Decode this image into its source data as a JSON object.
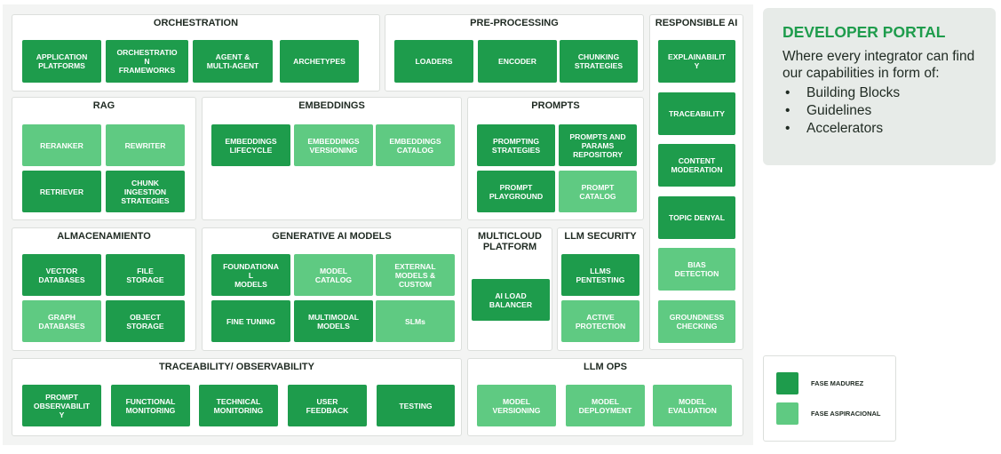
{
  "colors": {
    "mature": "#1e9c4c",
    "aspirational": "#5fca82"
  },
  "groups": {
    "orchestration": {
      "title": "ORCHESTRATION",
      "boxes": [
        {
          "label": "APPLICATION\nPLATFORMS",
          "phase": "mature"
        },
        {
          "label": "ORCHESTRATIO\nN\nFRAMEWORKS",
          "phase": "mature"
        },
        {
          "label": "AGENT &\nMULTI-AGENT",
          "phase": "mature"
        },
        {
          "label": "ARCHETYPES",
          "phase": "mature"
        }
      ]
    },
    "preprocessing": {
      "title": "PRE-PROCESSING",
      "boxes": [
        {
          "label": "LOADERS",
          "phase": "mature"
        },
        {
          "label": "ENCODER",
          "phase": "mature"
        },
        {
          "label": "CHUNKING\nSTRATEGIES",
          "phase": "mature"
        }
      ]
    },
    "responsible": {
      "title": "RESPONSIBLE AI",
      "boxes": [
        {
          "label": "EXPLAINABILIT\nY",
          "phase": "mature"
        },
        {
          "label": "TRACEABILITY",
          "phase": "mature"
        },
        {
          "label": "CONTENT\nMODERATION",
          "phase": "mature"
        },
        {
          "label": "TOPIC DENYAL",
          "phase": "mature"
        },
        {
          "label": "BIAS\nDETECTION",
          "phase": "aspirational"
        },
        {
          "label": "GROUNDNESS\nCHECKING",
          "phase": "aspirational"
        }
      ]
    },
    "rag": {
      "title": "RAG",
      "boxes": [
        {
          "label": "RERANKER",
          "phase": "aspirational"
        },
        {
          "label": "REWRITER",
          "phase": "aspirational"
        },
        {
          "label": "RETRIEVER",
          "phase": "mature"
        },
        {
          "label": "CHUNK\nINGESTION\nSTRATEGIES",
          "phase": "mature"
        }
      ]
    },
    "embeddings": {
      "title": "EMBEDDINGS",
      "boxes": [
        {
          "label": "EMBEDDINGS\nLIFECYCLE",
          "phase": "mature"
        },
        {
          "label": "EMBEDDINGS\nVERSIONING",
          "phase": "aspirational"
        },
        {
          "label": "EMBEDDINGS\nCATALOG",
          "phase": "aspirational"
        }
      ]
    },
    "prompts": {
      "title": "PROMPTS",
      "boxes": [
        {
          "label": "PROMPTING\nSTRATEGIES",
          "phase": "mature"
        },
        {
          "label": "PROMPTS AND\nPARAMS\nREPOSITORY",
          "phase": "mature"
        },
        {
          "label": "PROMPT\nPLAYGROUND",
          "phase": "mature"
        },
        {
          "label": "PROMPT\nCATALOG",
          "phase": "aspirational"
        }
      ]
    },
    "storage": {
      "title": "ALMACENAMIENTO",
      "boxes": [
        {
          "label": "VECTOR\nDATABASES",
          "phase": "mature"
        },
        {
          "label": "FILE\nSTORAGE",
          "phase": "mature"
        },
        {
          "label": "GRAPH\nDATABASES",
          "phase": "aspirational"
        },
        {
          "label": "OBJECT\nSTORAGE",
          "phase": "mature"
        }
      ]
    },
    "genai": {
      "title": "GENERATIVE AI MODELS",
      "boxes": [
        {
          "label": "FOUNDATIONA\nL\nMODELS",
          "phase": "mature"
        },
        {
          "label": "MODEL\nCATALOG",
          "phase": "aspirational"
        },
        {
          "label": "EXTERNAL\nMODELS &\nCUSTOM",
          "phase": "aspirational"
        },
        {
          "label": "FINE TUNING",
          "phase": "mature"
        },
        {
          "label": "MULTIMODAL\nMODELS",
          "phase": "mature"
        },
        {
          "label": "SLMs",
          "phase": "aspirational"
        }
      ]
    },
    "multicloud": {
      "title": "MULTICLOUD\nPLATFORM",
      "boxes": [
        {
          "label": "AI LOAD\nBALANCER",
          "phase": "mature"
        }
      ]
    },
    "security": {
      "title": "LLM SECURITY",
      "boxes": [
        {
          "label": "LLMS\nPENTESTING",
          "phase": "mature"
        },
        {
          "label": "ACTIVE\nPROTECTION",
          "phase": "aspirational"
        }
      ]
    },
    "observability": {
      "title": "TRACEABILITY/ OBSERVABILITY",
      "boxes": [
        {
          "label": "PROMPT\nOBSERVABILIT\nY",
          "phase": "mature"
        },
        {
          "label": "FUNCTIONAL\nMONITORING",
          "phase": "mature"
        },
        {
          "label": "TECHNICAL\nMONITORING",
          "phase": "mature"
        },
        {
          "label": "USER\nFEEDBACK",
          "phase": "mature"
        },
        {
          "label": "TESTING",
          "phase": "mature"
        }
      ]
    },
    "llmops": {
      "title": "LLM OPS",
      "boxes": [
        {
          "label": "MODEL\nVERSIONING",
          "phase": "aspirational"
        },
        {
          "label": "MODEL\nDEPLOYMENT",
          "phase": "aspirational"
        },
        {
          "label": "MODEL\nEVALUATION",
          "phase": "aspirational"
        }
      ]
    }
  },
  "portal": {
    "title": "DEVELOPER PORTAL",
    "description": "Where every integrator can find our capabilities in form of:",
    "bullet": "•",
    "items": [
      "Building Blocks",
      "Guidelines",
      "Accelerators"
    ]
  },
  "legend": {
    "mature": "FASE MADUREZ",
    "aspirational": "FASE ASPIRACIONAL"
  }
}
